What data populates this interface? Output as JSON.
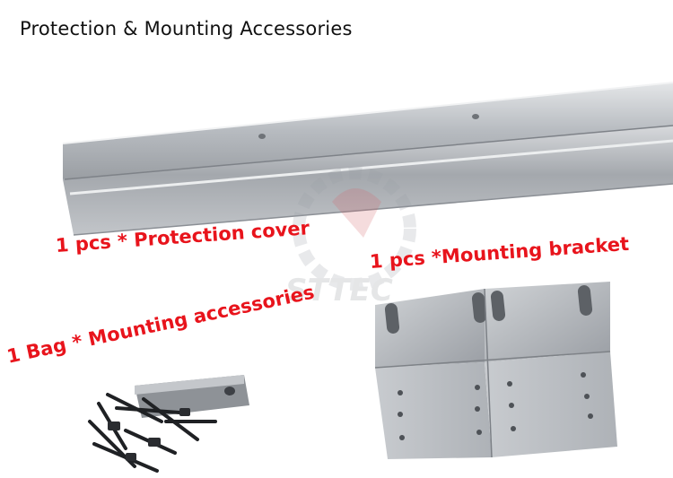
{
  "title": "Protection & Mounting Accessories",
  "watermark": "STTEC",
  "captions": {
    "protection_cover": "1 pcs * Protection cover",
    "mounting_bracket": "1 pcs *Mounting bracket",
    "mounting_accessories": "1 Bag * Mounting accessories"
  },
  "colors": {
    "caption_red": "#e8141c",
    "aluminum_light": "#c9ccd0",
    "aluminum_dark": "#8a8e94"
  }
}
